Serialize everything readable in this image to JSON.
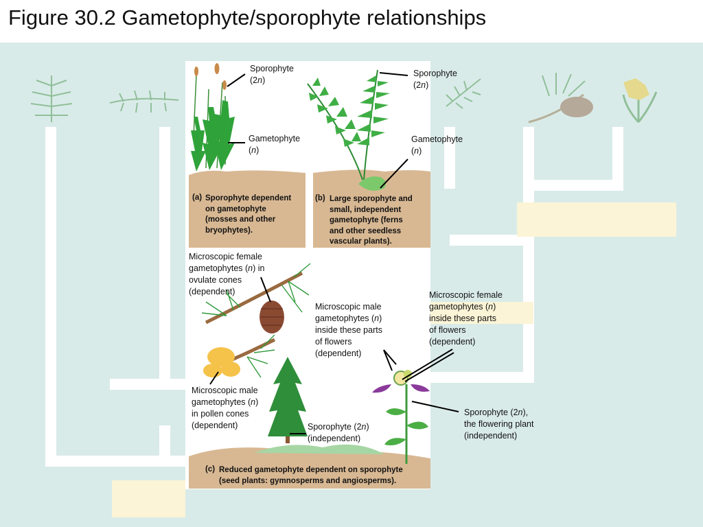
{
  "title": "Figure 30.2 Gametophyte/sporophyte relationships",
  "colors": {
    "background": "#d9ebe9",
    "tree_lines": "#ffffff",
    "soil": "#d8b893",
    "plant_green": "#3f9a3c",
    "placeholder_box": "#fbf4d6"
  },
  "panel_a": {
    "tag": "(a)",
    "caption": [
      "Sporophyte dependent",
      "on gametophyte",
      "(mosses and other",
      "bryophytes)."
    ],
    "sporophyte_label": [
      "Sporophyte",
      "(2n)"
    ],
    "gametophyte_label": [
      "Gametophyte",
      "(n)"
    ]
  },
  "panel_b": {
    "tag": "(b)",
    "caption": [
      "Large sporophyte and",
      "small, independent",
      "gametophyte (ferns",
      "and other seedless",
      "vascular plants)."
    ],
    "sporophyte_label": [
      "Sporophyte",
      "(2n)"
    ],
    "gametophyte_label": [
      "Gametophyte",
      "(n)"
    ]
  },
  "panel_c": {
    "tag": "(c)",
    "caption": [
      "Reduced gametophyte dependent on sporophyte",
      "(seed plants: gymnosperms and angiosperms)."
    ],
    "female_cone_label": [
      "Microscopic female",
      "gametophytes (n) in",
      "ovulate cones",
      "(dependent)"
    ],
    "male_flower_label": [
      "Microscopic male",
      "gametophytes (n)",
      "inside these parts",
      "of flowers",
      "(dependent)"
    ],
    "female_flower_label": [
      "Microscopic female",
      "gametophytes (n)",
      "inside these parts",
      "of flowers",
      "(dependent)"
    ],
    "pollen_cone_label": [
      "Microscopic male",
      "gametophytes (n)",
      "in pollen cones",
      "(dependent)"
    ],
    "conifer_sporophyte_label": [
      "Sporophyte (2n)",
      "(independent)"
    ],
    "flower_sporophyte_label": [
      "Sporophyte (2n),",
      "the flowering plant",
      "(independent)"
    ]
  }
}
